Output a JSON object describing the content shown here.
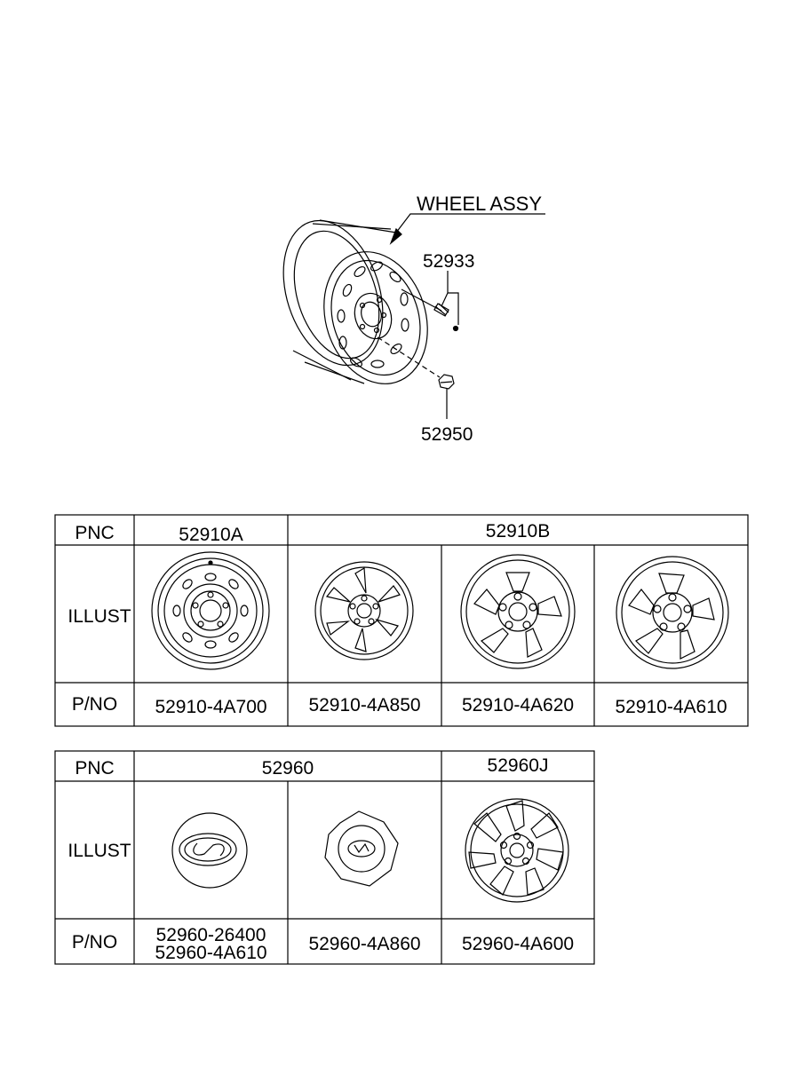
{
  "diagram": {
    "wheel_assy_label": "WHEEL ASSY",
    "callout_valve": "52933",
    "callout_nut": "52950"
  },
  "table1": {
    "pnc_header": "PNC",
    "illust_header": "ILLUST",
    "pno_header": "P/NO",
    "groups": [
      "52910A",
      "52910B"
    ],
    "parts": [
      "52910-4A700",
      "52910-4A850",
      "52910-4A620",
      "52910-4A610"
    ]
  },
  "table2": {
    "pnc_header": "PNC",
    "illust_header": "ILLUST",
    "pno_header": "P/NO",
    "groups": [
      "52960",
      "52960J"
    ],
    "parts": [
      "52960-26400",
      "52960-4A610",
      "52960-4A860",
      "52960-4A600"
    ]
  }
}
